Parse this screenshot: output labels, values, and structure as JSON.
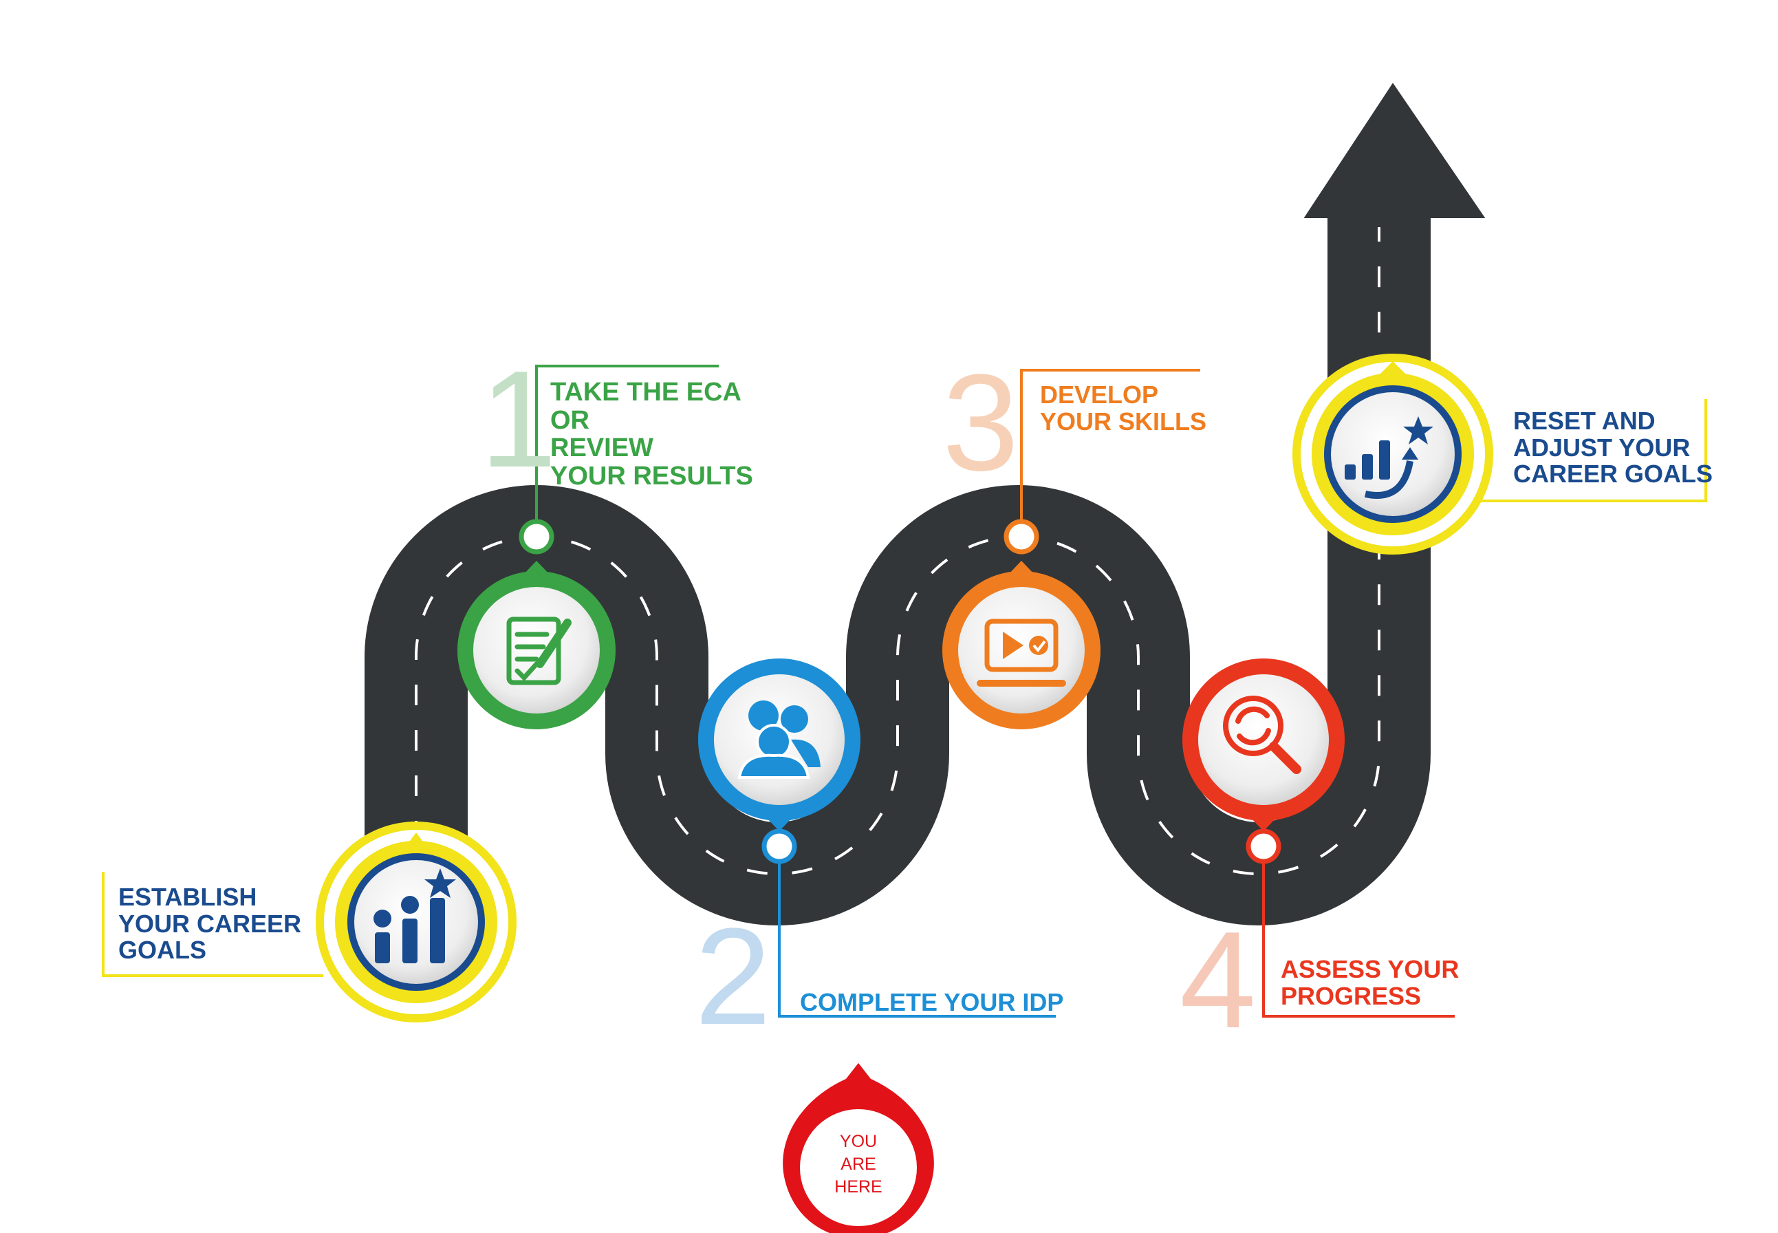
{
  "colors": {
    "road": "#333638",
    "dash": "#ffffff",
    "green": "#3aa346",
    "blue": "#1d8fd6",
    "orange": "#ef7d1f",
    "red": "#e9371f",
    "yellow": "#f2e31a",
    "navy": "#1a4b8e",
    "marker": "#e21219"
  },
  "steps": [
    {
      "id": "start",
      "number": "",
      "lines": [
        "ESTABLISH",
        "YOUR CAREER",
        "GOALS"
      ],
      "icon": "bar-chart-checks-star-icon",
      "color": "navy"
    },
    {
      "id": "step1",
      "number": "1",
      "lines": [
        "TAKE THE ECA",
        "OR",
        "REVIEW",
        "YOUR RESULTS"
      ],
      "icon": "document-pencil-icon",
      "color": "green"
    },
    {
      "id": "step2",
      "number": "2",
      "lines": [
        "COMPLETE YOUR IDP"
      ],
      "icon": "people-group-icon",
      "color": "blue"
    },
    {
      "id": "step3",
      "number": "3",
      "lines": [
        "DEVELOP",
        "YOUR SKILLS"
      ],
      "icon": "video-monitor-icon",
      "color": "orange"
    },
    {
      "id": "step4",
      "number": "4",
      "lines": [
        "ASSESS YOUR",
        "PROGRESS"
      ],
      "icon": "magnifier-refresh-icon",
      "color": "red"
    },
    {
      "id": "end",
      "number": "",
      "lines": [
        "RESET AND",
        "ADJUST YOUR",
        "CAREER GOALS"
      ],
      "icon": "growth-arrow-star-icon",
      "color": "navy"
    }
  ],
  "marker": {
    "lines": [
      "YOU",
      "ARE",
      "HERE"
    ],
    "icon": "location-pin-icon"
  }
}
